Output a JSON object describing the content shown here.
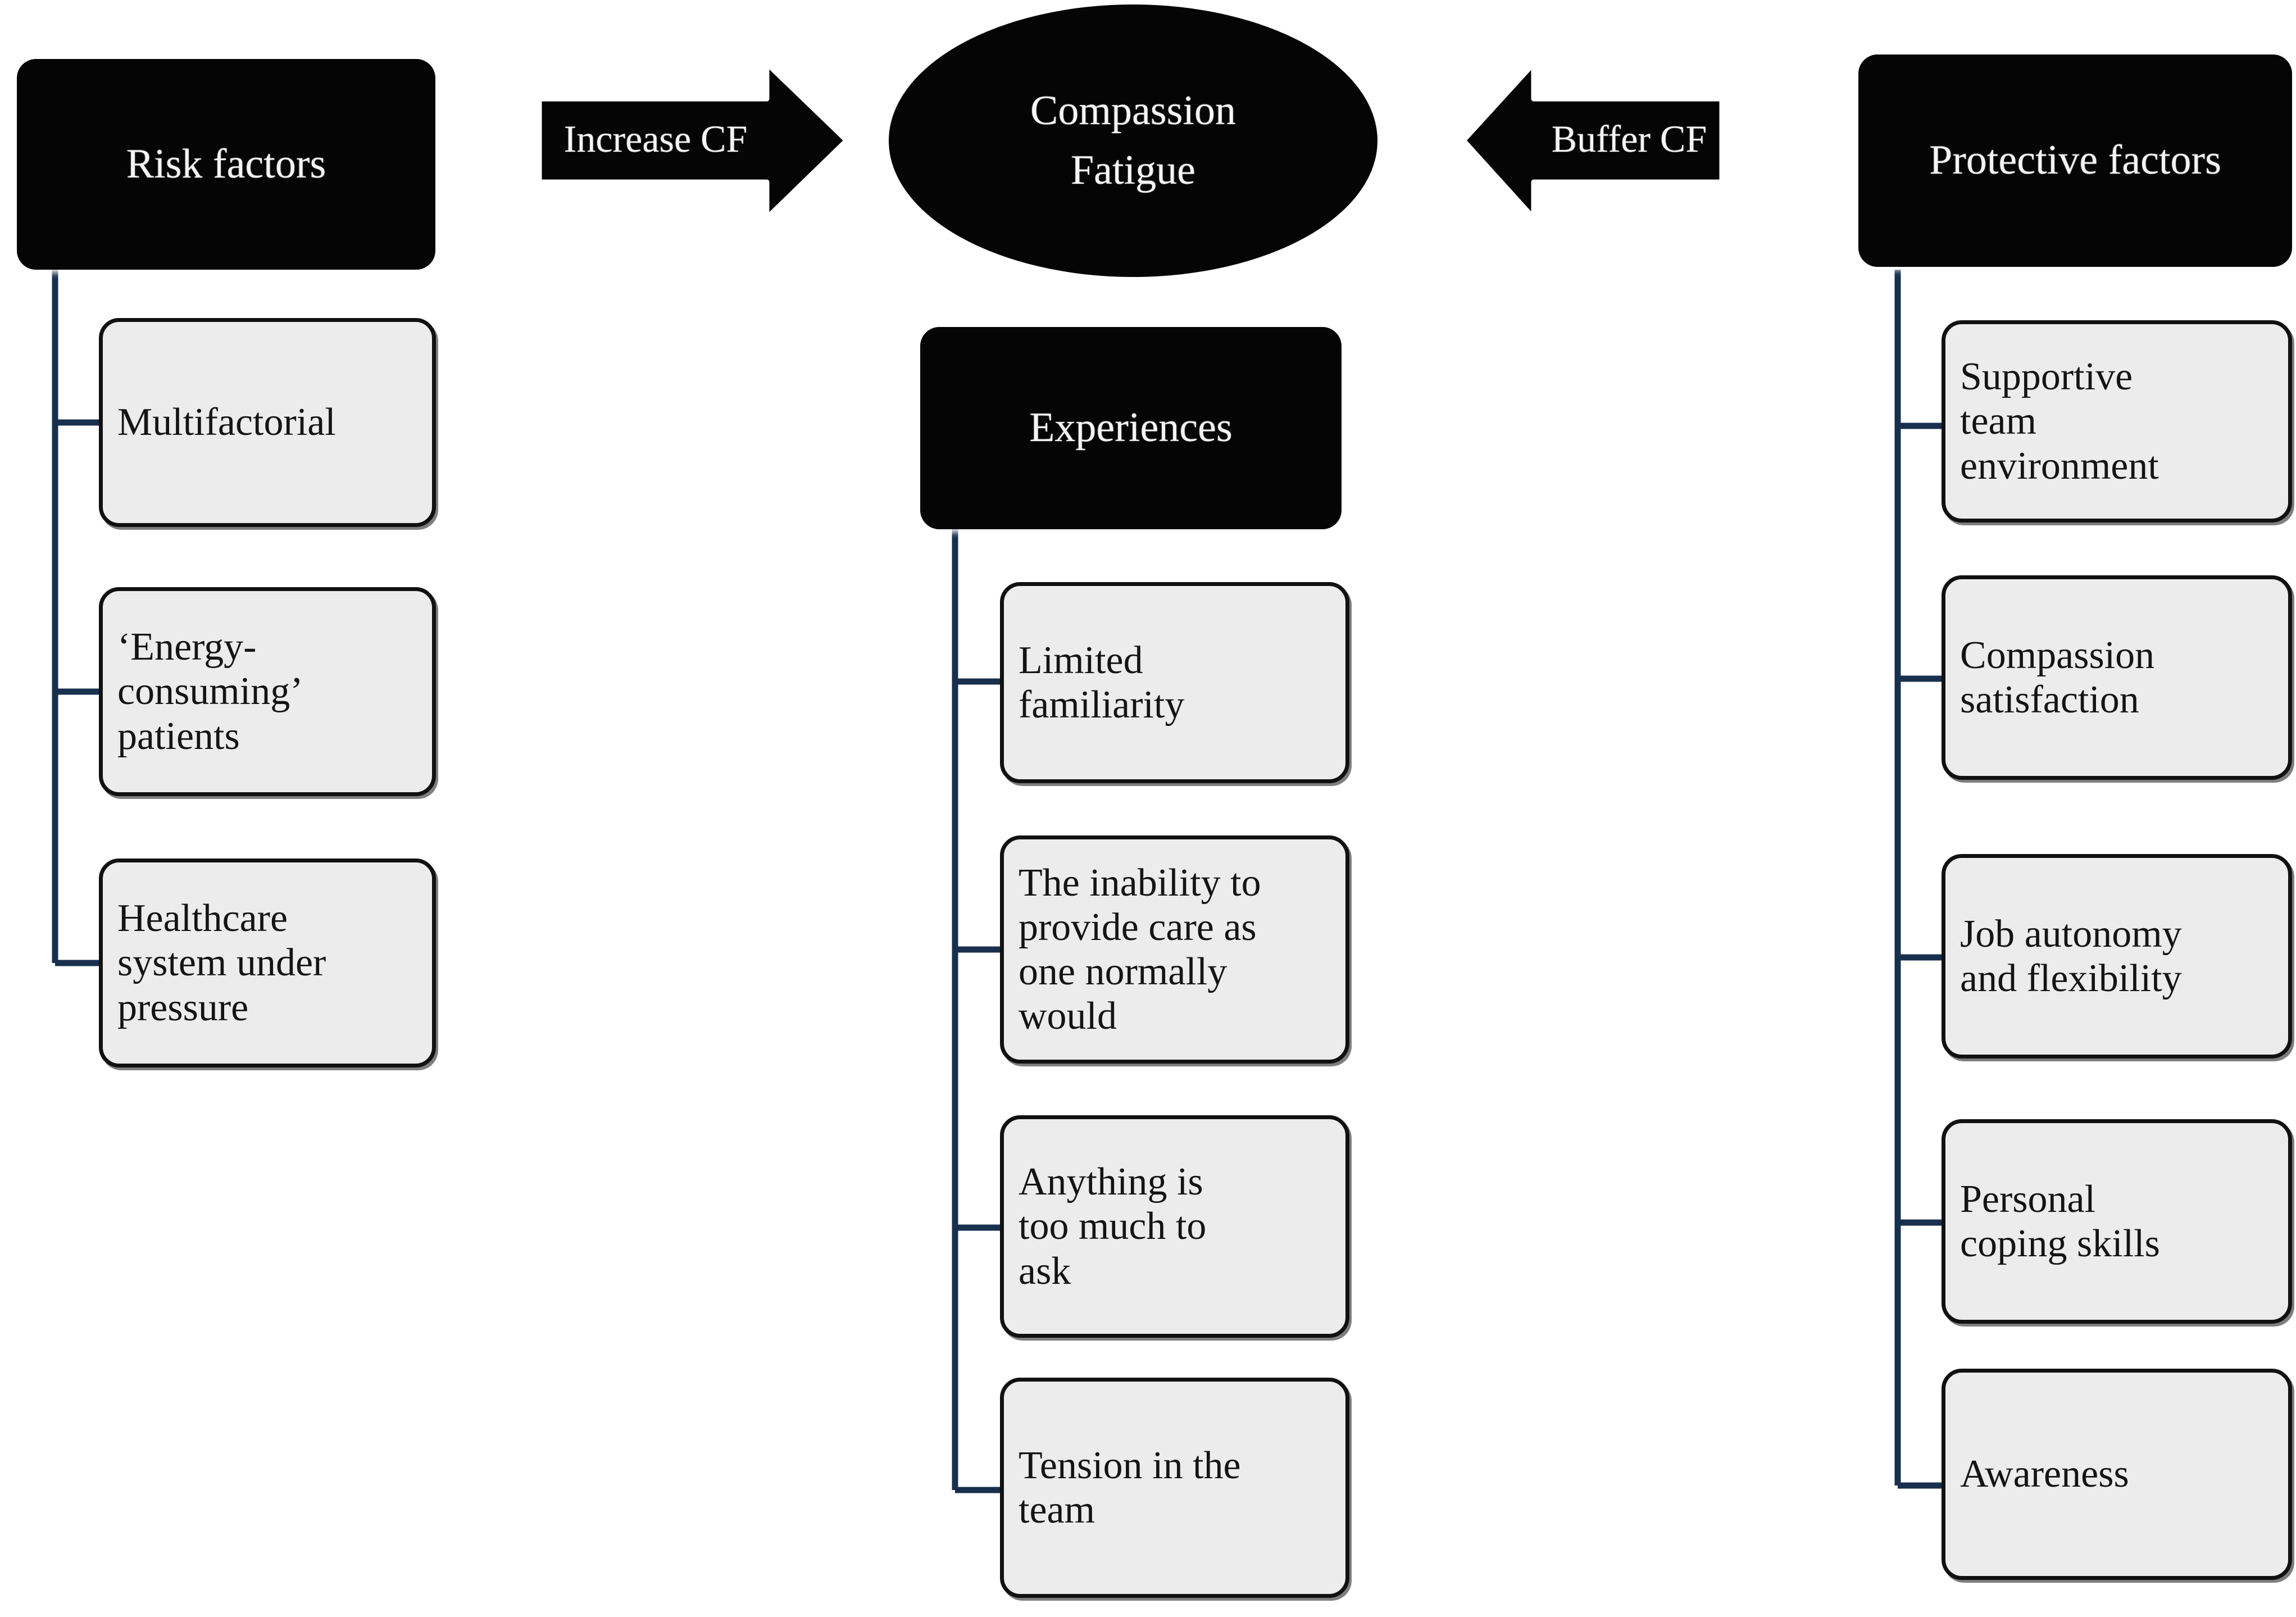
{
  "diagram": {
    "title": "Compassion Fatigue conceptual model",
    "colors": {
      "node_black": "#050505",
      "node_grey_fill": "#ececec",
      "node_border": "#111111",
      "connector_line": "#18304d",
      "text_light": "#f4f4f4",
      "text_dark": "#141414",
      "background": "#ffffff"
    }
  },
  "center": {
    "ellipse_label": "Compassion\nFatigue",
    "ellipse_line1": "Compassion",
    "ellipse_line2": "Fatigue"
  },
  "arrows": [
    {
      "id": "increase-cf",
      "label": "Increase CF",
      "direction": "right"
    },
    {
      "id": "buffer-cf",
      "label": "Buffer CF",
      "direction": "left"
    }
  ],
  "columns": [
    {
      "id": "risk-factors",
      "header": "Risk factors",
      "items": [
        "Multifactorial",
        "‘Energy-\nconsuming’\npatients",
        "Healthcare\nsystem under\npressure"
      ]
    },
    {
      "id": "experiences",
      "header": "Experiences",
      "items": [
        "Limited\nfamiliarity",
        "The inability to\nprovide care as\none normally\nwould",
        "Anything is\ntoo much to\nask",
        "Tension in the\nteam"
      ]
    },
    {
      "id": "protective-factors",
      "header": "Protective factors",
      "items": [
        "Supportive\nteam\nenvironment",
        "Compassion\nsatisfaction",
        "Job autonomy\nand flexibility",
        "Personal\ncoping skills",
        "Awareness"
      ]
    }
  ]
}
